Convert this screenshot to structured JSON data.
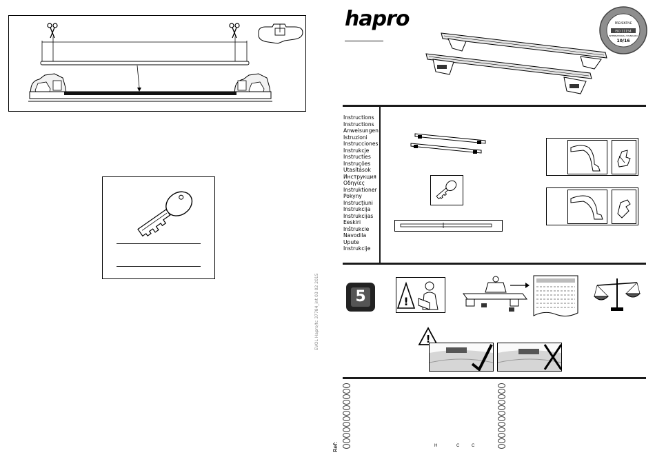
{
  "brand": {
    "logo_text": "hapro"
  },
  "seal": {
    "text_top": "PREVENTIVE",
    "text_mid": "ISO 11154",
    "text_low": "INTERNATIONAL STANDARD",
    "code": "10/16"
  },
  "languages": [
    "Instructions",
    "Instructions",
    "Anweisungen",
    "Istruzioni",
    "Instrucciones",
    "Instrukcje",
    "Instructies",
    "Instruções",
    "Utasítások",
    "Инструкция",
    "Οδηγίες",
    "Instruktioner",
    "Pokyny",
    "Instrucțiuni",
    "Instrukcija",
    "Instrukcijas",
    "Eeskiri",
    "Inštrukcie",
    "Navodila",
    "Upute",
    "Instrukcije"
  ],
  "icons": [
    "scissors-icon",
    "key-icon",
    "warning-icon",
    "weight-icon",
    "scale-icon",
    "check-icon",
    "cross-icon"
  ],
  "badge": {
    "number": "5"
  },
  "side_print": "EVOL Hapro/tc  37784_int  03  02  2015",
  "ref_label": "Ref:",
  "bottom_marks": [
    "H",
    "C",
    "C"
  ]
}
